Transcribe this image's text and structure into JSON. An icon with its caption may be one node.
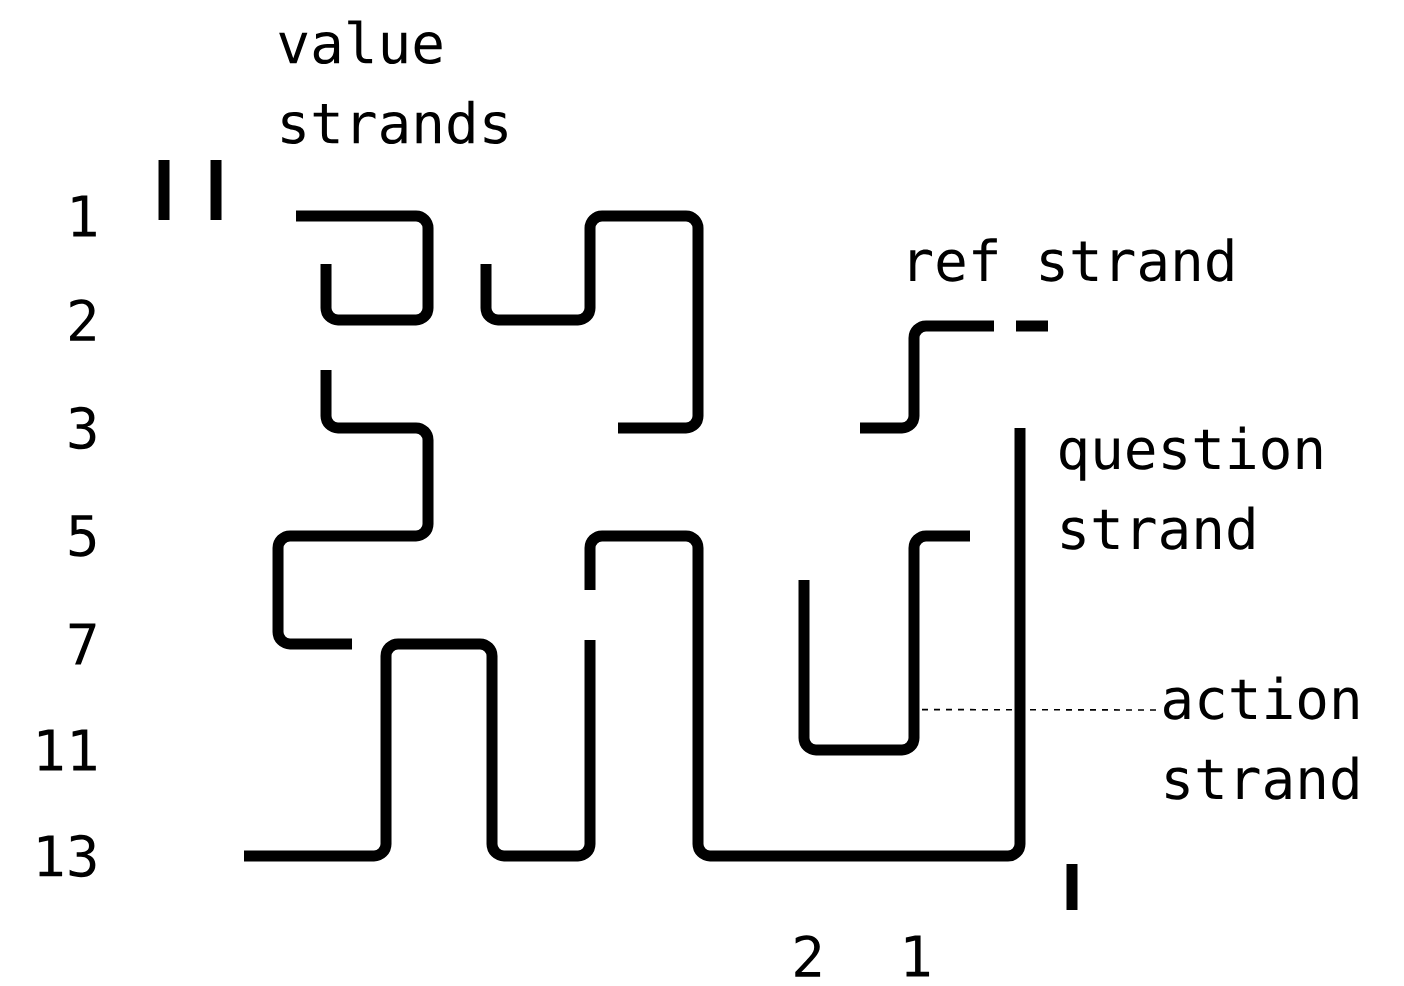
{
  "diagram": {
    "nodes": [
      {
        "text": [
          "action strand"
        ]
      },
      {
        "text": [],
        "shape": "line"
      }
    ],
    "edges": [
      {
        "from": 0,
        "to": 1,
        "arrow": "none",
        "style": "dashed"
      }
    ],
    "labels": [
      "value strands",
      "1",
      "ref strand",
      "2",
      "3",
      "question strand",
      "5",
      "7",
      "11",
      "13",
      "2",
      "1"
    ]
  }
}
